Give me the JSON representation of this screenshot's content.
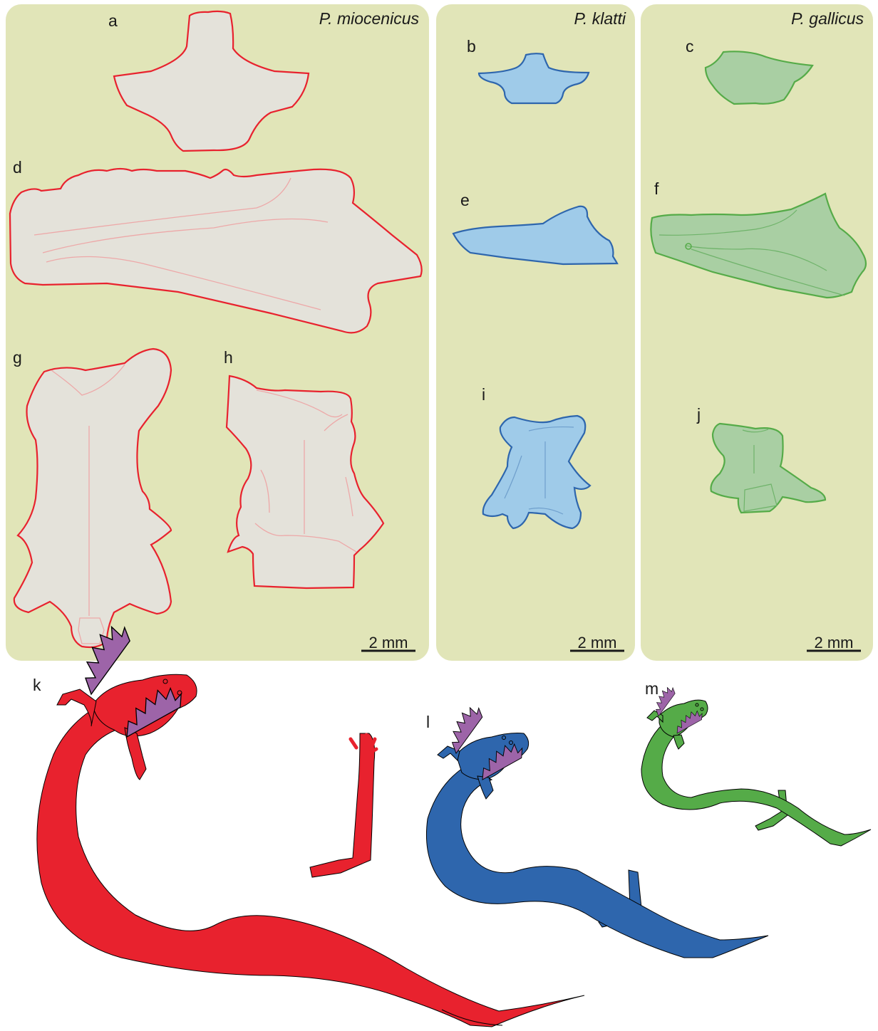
{
  "colors": {
    "panel_bg": "#e1e5b8",
    "red": "#e8222e",
    "red_fill": "#e4e2da",
    "blue": "#2e66ad",
    "blue_fill": "#9fcbe9",
    "green": "#55ab48",
    "green_fill": "#a9cfa3",
    "gill": "#9d64a8"
  },
  "panels": [
    {
      "species": "P. miocenicus",
      "scale": "2 mm"
    },
    {
      "species": "P. klatti",
      "scale": "2 mm"
    },
    {
      "species": "P. gallicus",
      "scale": "2 mm"
    }
  ],
  "labels": {
    "a": "a",
    "b": "b",
    "c": "c",
    "d": "d",
    "e": "e",
    "f": "f",
    "g": "g",
    "h": "h",
    "i": "i",
    "j": "j",
    "k": "k",
    "l": "l",
    "m": "m"
  }
}
